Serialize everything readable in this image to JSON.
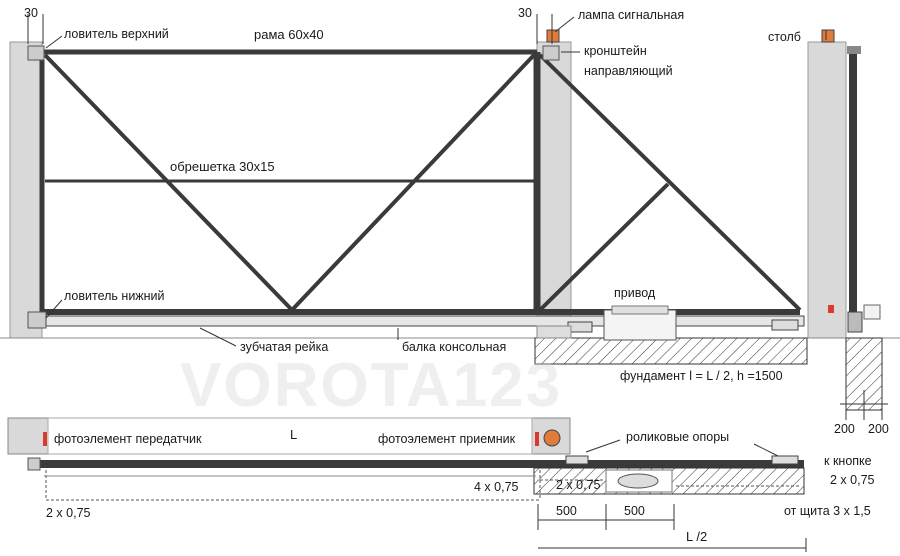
{
  "labels": {
    "dim_30_left": "30",
    "dim_30_right": "30",
    "catcher_top": "ловитель верхний",
    "frame": "рама 60х40",
    "signal_lamp": "лампа сигнальная",
    "bracket_line1": "кронштейн",
    "bracket_line2": "направляющий",
    "post": "столб",
    "lathing": "обрешетка 30х15",
    "catcher_bottom": "ловитель нижний",
    "drive": "привод",
    "gear_rack": "зубчатая рейка",
    "cantilever_beam": "балка консольная",
    "foundation": "фундамент l = L / 2, h =1500",
    "dim_200_a": "200",
    "dim_200_b": "200",
    "photo_transmitter": "фотоэлемент передатчик",
    "length_L": "L",
    "photo_receiver": "фотоэлемент приемник",
    "roller_supports": "роликовые опоры",
    "to_button": "к кнопке",
    "cable_2x075_right": "2 х 0,75",
    "cable_4x075": "4 х 0,75",
    "cable_2x075_mid": "2 х 0,75",
    "cable_2x075_left": "2 х 0,75",
    "dim_500_a": "500",
    "dim_500_b": "500",
    "from_panel": "от щита 3 х 1,5",
    "half_L": "L /2"
  },
  "watermark": "VOROTA123",
  "colors": {
    "frame": "#3a3a3a",
    "post": "#d9d9d9",
    "lamp": "#e07b3c",
    "photo": "#d93a2b",
    "line": "#222222"
  }
}
